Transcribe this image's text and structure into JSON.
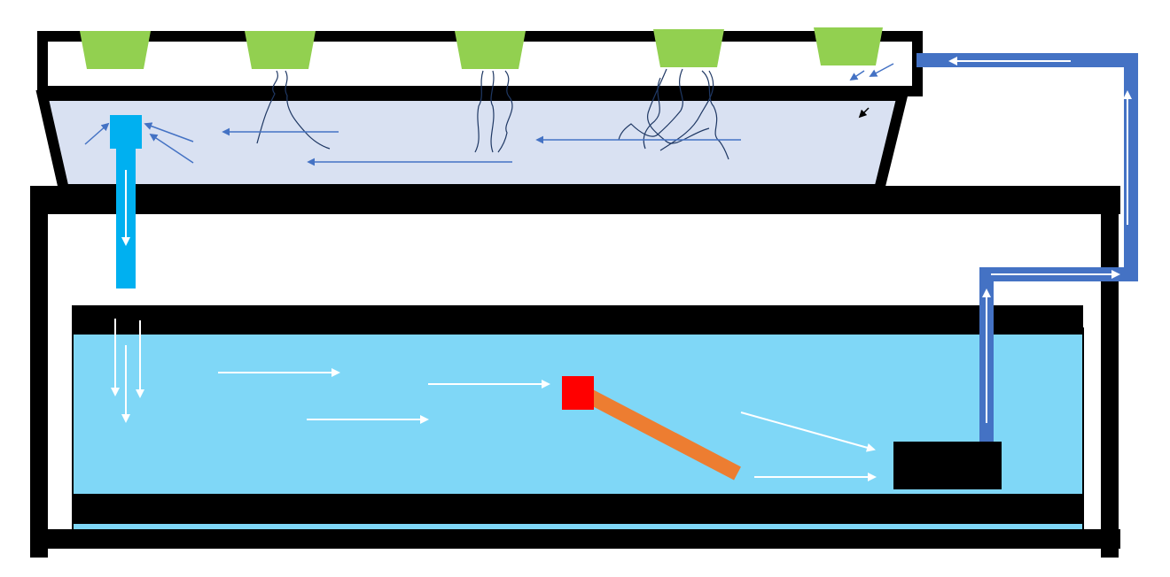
{
  "diagram": {
    "labels": [],
    "components": [
      "grow-bed",
      "plant-pot",
      "plant-roots",
      "overflow-drain",
      "drain-pipe",
      "stand-frame",
      "fish-tank",
      "heater",
      "heater-cable",
      "water-pump",
      "return-pipe",
      "flow-arrow"
    ],
    "plant_count": 5,
    "colors": {
      "frame": "#000000",
      "grow_bed_water": "#d9e1f2",
      "tank_water": "#7fd7f7",
      "plant_pot": "#92d050",
      "overflow_drain": "#00b0f0",
      "return_pipe": "#4472c4",
      "heater": "#ff0000",
      "heater_cable": "#ed7d31",
      "pump": "#000000",
      "roots": "#1f3864",
      "bed_flow_arrows": "#4472c4",
      "tank_flow_arrows": "#ffffff"
    }
  }
}
